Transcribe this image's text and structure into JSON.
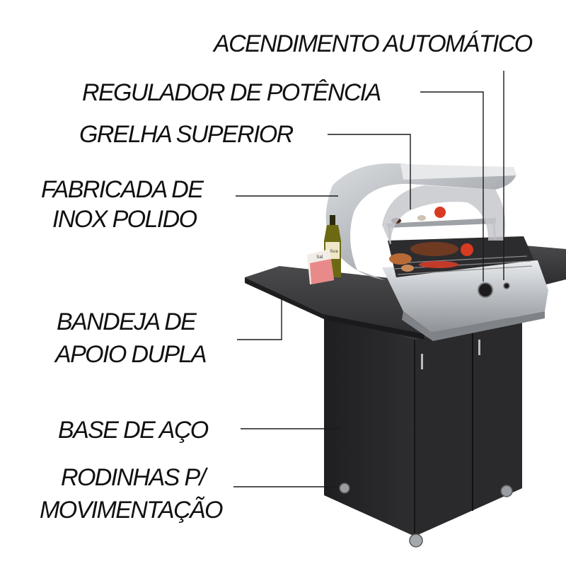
{
  "labels": {
    "ignition": "ACENDIMENTO AUTOMÁTICO",
    "regulator": "REGULADOR DE POTÊNCIA",
    "upper_grill": "GRELHA SUPERIOR",
    "material_line1": "FABRICADA  DE",
    "material_line2": "INOX POLIDO",
    "tray_line1": "BANDEJA DE",
    "tray_line2": "APOIO DUPLA",
    "base": "BASE DE AÇO",
    "wheels_line1": "RODINHAS P/",
    "wheels_line2": "MOVIMENTAÇÃO"
  },
  "product": {
    "bottle_label": "Oliva",
    "salt_label": "Sal"
  },
  "colors": {
    "text": "#111111",
    "leader_line": "#1a1a1a",
    "steel": "#c9ccd0",
    "cabinet": "#2b2b2d",
    "tray": "#353537"
  }
}
